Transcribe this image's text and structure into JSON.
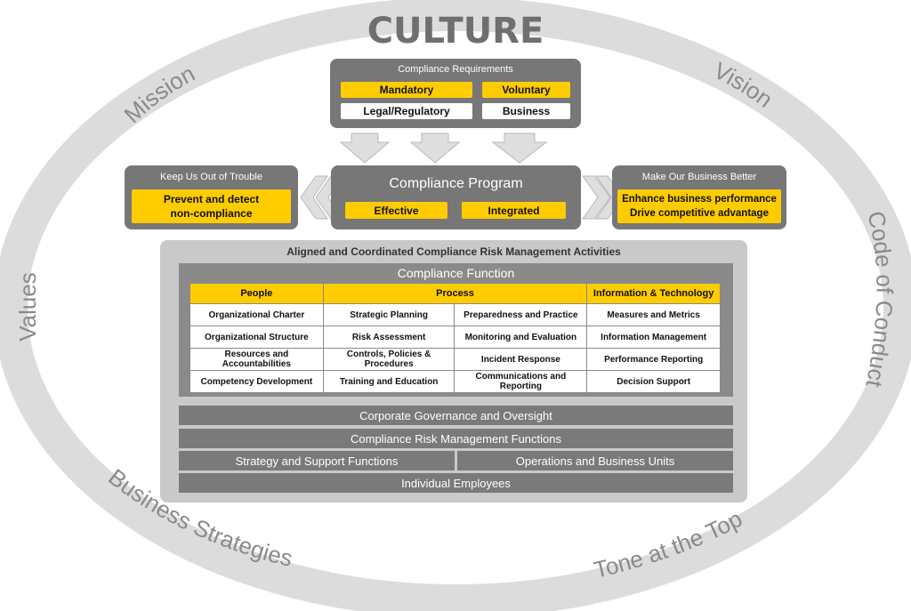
{
  "culture_title": "CULTURE",
  "ring_labels": {
    "mission": "Mission",
    "vision": "Vision",
    "values": "Values",
    "code_of_conduct": "Code of Conduct",
    "business_strategies": "Business Strategies",
    "tone_at_top": "Tone at the Top"
  },
  "requirements": {
    "title": "Compliance Requirements",
    "mandatory": "Mandatory",
    "voluntary": "Voluntary",
    "legal": "Legal/Regulatory",
    "business": "Business"
  },
  "left_box": {
    "title": "Keep Us Out of Trouble",
    "text_line1": "Prevent and detect",
    "text_line2": "non-compliance"
  },
  "program": {
    "title": "Compliance Program",
    "effective": "Effective",
    "integrated": "Integrated"
  },
  "right_box": {
    "title": "Make Our Business Better",
    "text_line1": "Enhance business performance",
    "text_line2": "Drive competitive advantage"
  },
  "activities_title": "Aligned and Coordinated Compliance Risk Management Activities",
  "compliance_function": {
    "title": "Compliance Function",
    "headers": [
      "People",
      "Process",
      "Information & Technology"
    ],
    "rows": [
      [
        "Organizational Charter",
        "Strategic Planning",
        "Preparedness and Practice",
        "Measures and Metrics"
      ],
      [
        "Organizational Structure",
        "Risk Assessment",
        "Monitoring and Evaluation",
        "Information Management"
      ],
      [
        "Resources and Accountabilities",
        "Controls, Policies & Procedures",
        "Incident Response",
        "Performance Reporting"
      ],
      [
        "Competency Development",
        "Training and Education",
        "Communications and Reporting",
        "Decision Support"
      ]
    ]
  },
  "bars": {
    "governance": "Corporate Governance and Oversight",
    "risk_functions": "Compliance Risk Management Functions",
    "strategy": "Strategy and Support Functions",
    "operations": "Operations and Business Units",
    "employees": "Individual Employees"
  },
  "colors": {
    "accent_yellow": "#ffcc00",
    "dark_gray": "#777777",
    "ring_gray": "#dcdcdc"
  }
}
